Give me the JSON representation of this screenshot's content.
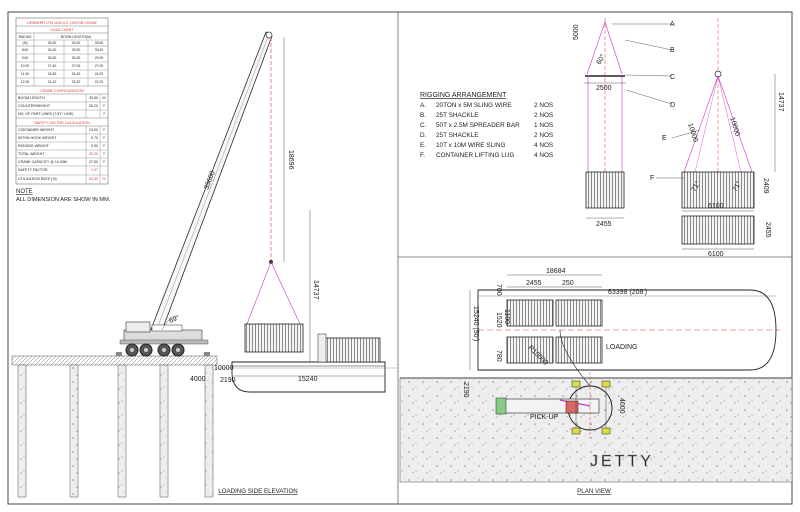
{
  "load_chart": {
    "header": "LIEBHERR LTM 1100-4.2, 100TON CRANE",
    "title": "LOAD CHART",
    "col_radius": "RADIUS",
    "col_boom": "BOOM LENGTH(M)",
    "unit_m": "(M)",
    "boom_lengths": [
      "26.00",
      "30.00",
      "33.60"
    ],
    "rows": [
      [
        "8.00",
        "34.20",
        "33.90",
        "33.40"
      ],
      [
        "9.00",
        "30.60",
        "30.30",
        "29.90"
      ],
      [
        "10.00",
        "27.40",
        "27.00",
        "27.00"
      ],
      [
        "11.00",
        "24.50",
        "24.30",
        "24.20"
      ],
      [
        "12.00",
        "22.10",
        "22.20",
        "22.20"
      ]
    ],
    "config_title": "CRANE CONFIGURATION",
    "config": [
      [
        "BOOM LENGTH",
        "33.60",
        "M"
      ],
      [
        "COUNTERWEIGHT",
        "26.20",
        "T"
      ],
      [
        "NO. OF PART LINES (7.5T / LINE)",
        "",
        "7"
      ]
    ],
    "safety_title": "SAFETY FACTOR CALCULATION",
    "safety": [
      [
        "CONTAINER WEIGHT",
        "24.00",
        "T"
      ],
      [
        "50TON HOOK WEIGHT",
        "0.70",
        "T"
      ],
      [
        "RIGGING WEIGHT",
        "0.50",
        "T"
      ],
      [
        "TOTAL WEIGHT",
        "25.20",
        "T"
      ],
      [
        "CRANE CAPACITY @ 10.00M",
        "27.00",
        "T"
      ]
    ],
    "safety_factor_label": "SAFETY FACTOR",
    "safety_factor_value": "1.07",
    "util_label": "UTILIZATION RATE (%)",
    "util_value": "93.33",
    "util_unit": "%"
  },
  "note": {
    "title": "NOTE",
    "text": "ALL DIMENSION ARE SHOW IN MM."
  },
  "rigging": {
    "title": "RIGGING ARRANGEMENT",
    "items": [
      [
        "A.",
        "20TON x 5M SLING WIRE",
        "2 NOS"
      ],
      [
        "B.",
        "25T SHACKLE",
        "2 NOS"
      ],
      [
        "C.",
        "50T x 2.5M SPREADER BAR",
        "1 NOS"
      ],
      [
        "D.",
        "25T SHACKLE",
        "2 NOS"
      ],
      [
        "E.",
        "10T x 10M WIRE SLING",
        "4 NOS"
      ],
      [
        "F.",
        "CONTAINER LIFTING LUG",
        "4 NOS"
      ]
    ]
  },
  "elevation": {
    "boom_len": "33600",
    "hook_drop": "18696",
    "height": "14737",
    "angle": "69°",
    "d10000": "10000",
    "d4000": "4000",
    "d2190": "2190",
    "d15240": "15240",
    "caption": "LOADING SIDE ELEVATION"
  },
  "rig_detail": {
    "letters": [
      "A",
      "B",
      "C",
      "D",
      "E",
      "F"
    ],
    "d5000": "5000",
    "d2500": "2500",
    "d2455": "2455",
    "d6100": "6100",
    "d6100b": "6100",
    "d2455b": "2455",
    "d14737": "14737",
    "d2409": "2409",
    "sling1": "10000",
    "sling2": "10000",
    "ang1": "71°",
    "ang2": "71°",
    "ang3": "60°"
  },
  "plan": {
    "d18684": "18684",
    "d2455": "2455",
    "d250": "250",
    "d63398": "63398 (208')",
    "d15240": "15240 (50')",
    "d700": "700",
    "d1520": "1520",
    "d1100": "1100",
    "d780": "780",
    "d4000": "4000",
    "d2190": "2190",
    "radius": "R10000",
    "loading": "LOADING",
    "pickup": "PICK-UP",
    "jetty": "JETTY",
    "caption": "PLAN VIEW"
  }
}
